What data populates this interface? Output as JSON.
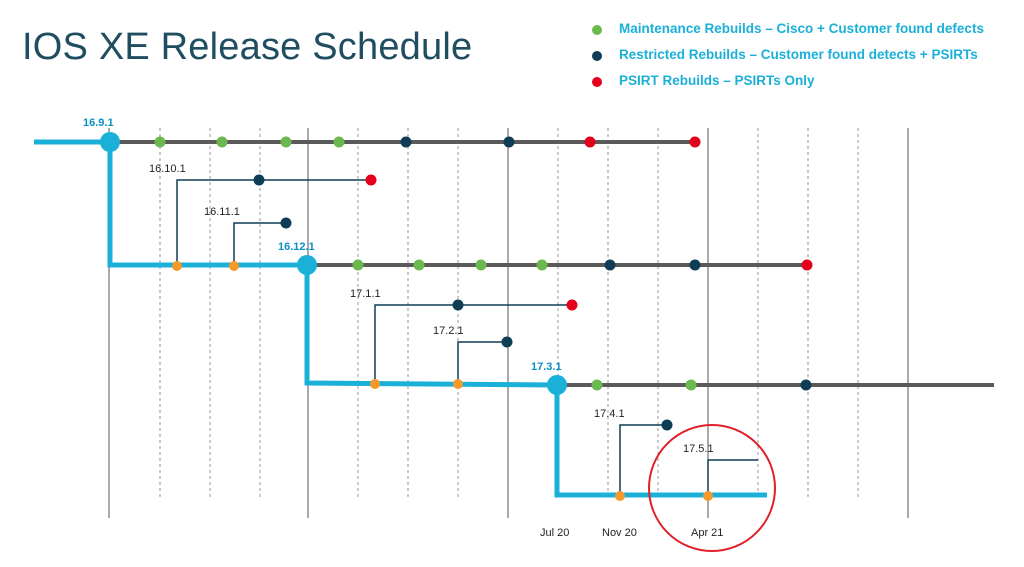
{
  "title": "IOS XE Release Schedule",
  "colors": {
    "maintenance": "#6ab84e",
    "restricted": "#0f3d55",
    "psirt": "#e4001c",
    "mainline": "#1ab0d8",
    "branch_point": "#f39a2b",
    "trackline": "#5a5a5a",
    "highlight_circle": "#e0202a"
  },
  "legend": [
    {
      "key": "maintenance",
      "label": "Maintenance Rebuilds – Cisco + Customer found defects"
    },
    {
      "key": "restricted",
      "label": "Restricted Rebuilds – Customer found detects + PSIRTs"
    },
    {
      "key": "psirt",
      "label": "PSIRT Rebuilds – PSIRTs Only"
    }
  ],
  "releases": {
    "r1691": "16.9.1",
    "r16101": "16.10.1",
    "r16111": "16.11.1",
    "r16121": "16.12.1",
    "r1711": "17.1.1",
    "r1721": "17.2.1",
    "r1731": "17.3.1",
    "r1741": "17.4.1",
    "r1751": "17.5.1"
  },
  "dates": {
    "jul20": "Jul 20",
    "nov20": "Nov 20",
    "apr21": "Apr 21"
  }
}
